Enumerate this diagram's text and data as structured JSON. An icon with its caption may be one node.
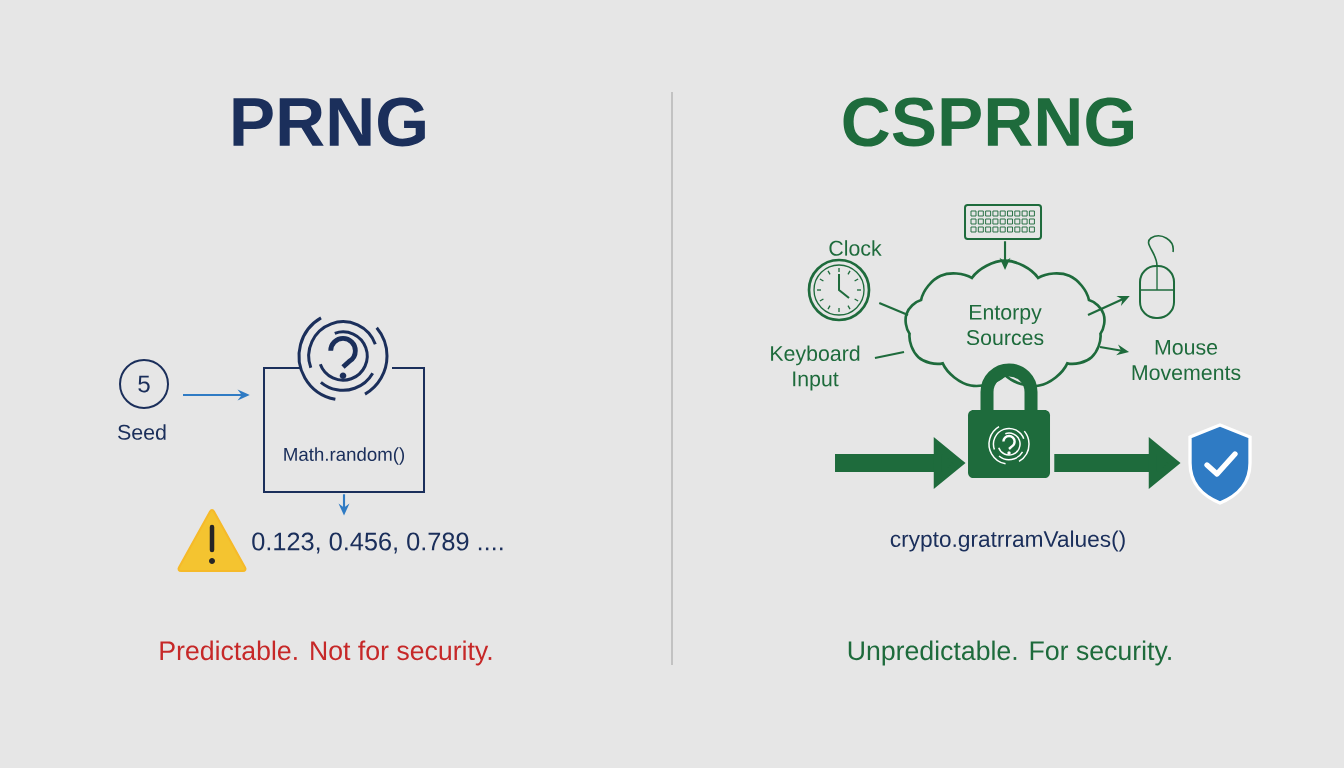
{
  "diagram": {
    "nodes": [
      {
        "text": [
          "5"
        ],
        "beside": [
          "Seed"
        ]
      },
      {
        "text": [
          "Math.random()"
        ]
      },
      {
        "text": [
          "0.123, 0.456, 0.789 ...."
        ]
      },
      {
        "text": [],
        "shape": "picture",
        "beside": [
          "Clock"
        ]
      },
      {
        "text": [],
        "shape": "picture"
      },
      {
        "text": [
          "Keyboard Input"
        ]
      },
      {
        "text": [
          "Entorpy Sources"
        ]
      },
      {
        "text": [],
        "shape": "picture"
      },
      {
        "text": [
          "Mouse Movements"
        ]
      },
      {
        "text": [],
        "shape": "picture"
      },
      {
        "text": [],
        "shape": "picture"
      }
    ],
    "edges": [
      {
        "from": 0,
        "to": 1,
        "arrow": "to",
        "color": "#2f7bc4"
      },
      {
        "from": 1,
        "to": 2,
        "arrow": "to",
        "color": "#2f7bc4"
      },
      {
        "from": 3,
        "to": 6,
        "arrow": "none"
      },
      {
        "from": 4,
        "to": 6,
        "arrow": "to"
      },
      {
        "from": 5,
        "to": 6,
        "arrow": "none"
      },
      {
        "from": 6,
        "to": 7,
        "arrow": "to"
      },
      {
        "from": 6,
        "to": 8,
        "arrow": "to"
      },
      {
        "from": null,
        "to": 9,
        "arrow": "to",
        "style": "thick"
      },
      {
        "from": 9,
        "to": 10,
        "arrow": "to",
        "style": "thick"
      }
    ],
    "labels": [
      "PRNG",
      "CSPRNG",
      "crypto.gratrramValues()",
      "Predictable. Not for security.",
      "Unpredictable. For security."
    ]
  }
}
